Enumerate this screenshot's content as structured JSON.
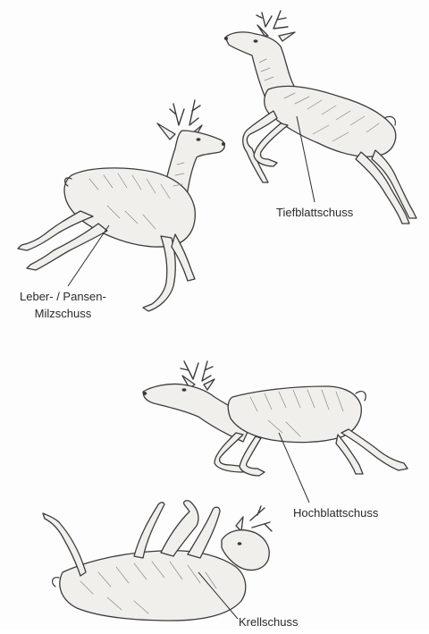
{
  "labels": {
    "tiefblatt": "Tiefblattschuss",
    "leber_line1": "Leber- / Pansen-",
    "leber_line2": "Milzschuss",
    "hochblatt": "Hochblattschuss",
    "krell": "Krellschuss"
  },
  "colors": {
    "background": "#fdfdfd",
    "ink": "#3b3b3b",
    "fill": "#f1efeb"
  }
}
